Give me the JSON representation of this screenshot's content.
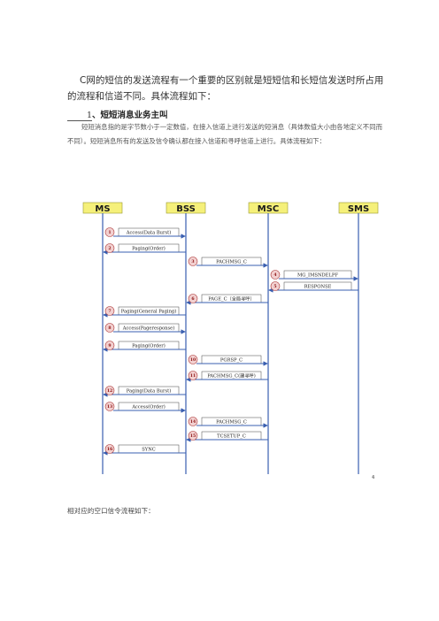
{
  "intro": "C网的短信的发送流程有一个重要的区别就是短短信和长短信发送时所占用的流程和信道不同。具体流程如下：",
  "section": {
    "number": "1",
    "title": "、短短消息业务主叫"
  },
  "description": "短短消息指的是字节数小于一定数值，在接入信道上进行发送的短消息（具体数值大小由各地定义不同而不同）。短短消息所有的发送及信令确认都在接入信道和寻呼信道上进行。具体流程如下：",
  "diagram": {
    "entities": [
      "MS",
      "BSS",
      "MSC",
      "SMS"
    ],
    "messages": [
      {
        "step": "1",
        "label": "Access(Data Burst)"
      },
      {
        "step": "2",
        "label": "Paging(Order)"
      },
      {
        "step": "3",
        "label": "PACHMSG_C"
      },
      {
        "step": "4",
        "label": "MG_IMSNDELPF"
      },
      {
        "step": "5",
        "label": "RESPONSE"
      },
      {
        "step": "6",
        "label": "PAGE_C（全局寻呼）"
      },
      {
        "step": "7",
        "label": "Paging(General Paging)"
      },
      {
        "step": "8",
        "label": "Access(Pageresponse)"
      },
      {
        "step": "9",
        "label": "Paging(Order)"
      },
      {
        "step": "10",
        "label": "PGRSP_C"
      },
      {
        "step": "11",
        "label": "PACHMSG_C(建寻呼)"
      },
      {
        "step": "12",
        "label": "Paging(Data Burst)"
      },
      {
        "step": "13",
        "label": "Access(Order)"
      },
      {
        "step": "14",
        "label": "PACHMSG_C"
      },
      {
        "step": "15",
        "label": "TCSETUP_C"
      },
      {
        "step": "16",
        "label": "SYNC"
      }
    ],
    "corner_mark": "4"
  },
  "footer": "相对应的空口信令流程如下："
}
